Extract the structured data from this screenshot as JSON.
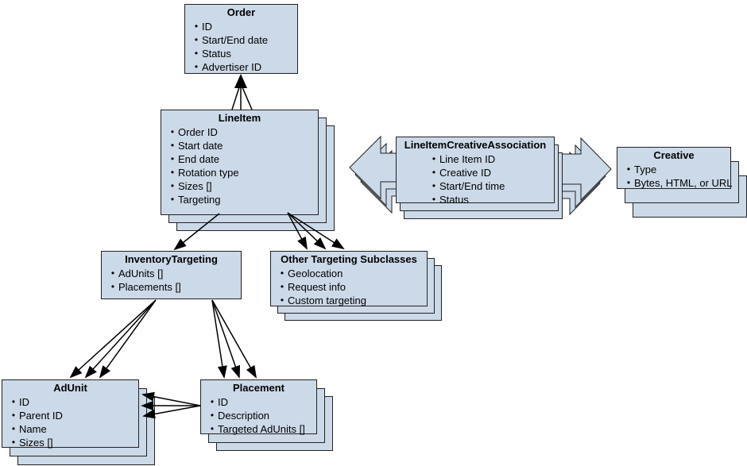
{
  "diagram": {
    "description": "Entity relationship diagram of ad-serving objects",
    "colors": {
      "box_fill": "#ccd9e8",
      "box_border": "#222222",
      "background": "#ffffff",
      "arrow": "#000000"
    }
  },
  "entities": {
    "order": {
      "title": "Order",
      "items": [
        "ID",
        "Start/End date",
        "Status",
        "Advertiser ID"
      ]
    },
    "line_item": {
      "title": "LineItem",
      "items": [
        "Order ID",
        "Start date",
        "End date",
        "Rotation type",
        "Sizes []",
        "Targeting"
      ]
    },
    "lica": {
      "title": "LineItemCreativeAssociation",
      "items": [
        "Line Item ID",
        "Creative ID",
        "Start/End time",
        "Status"
      ]
    },
    "creative": {
      "title": "Creative",
      "items": [
        "Type",
        "Bytes, HTML, or URL"
      ]
    },
    "inventory_targeting": {
      "title": "InventoryTargeting",
      "items": [
        "AdUnits []",
        "Placements []"
      ]
    },
    "other_targeting": {
      "title": "Other Targeting Subclasses",
      "items": [
        "Geolocation",
        "Request info",
        "Custom targeting"
      ]
    },
    "ad_unit": {
      "title": "AdUnit",
      "items": [
        "ID",
        "Parent ID",
        "Name",
        "Sizes []"
      ]
    },
    "placement": {
      "title": "Placement",
      "items": [
        "ID",
        "Description",
        "Targeted AdUnits []"
      ]
    }
  },
  "relationships": [
    {
      "from": "LineItem",
      "to": "Order"
    },
    {
      "from": "LineItem",
      "to": "InventoryTargeting"
    },
    {
      "from": "LineItem",
      "to": "Other Targeting Subclasses"
    },
    {
      "from": "InventoryTargeting",
      "to": "AdUnit"
    },
    {
      "from": "InventoryTargeting",
      "to": "Placement"
    },
    {
      "from": "Placement",
      "to": "AdUnit"
    },
    {
      "from": "LineItemCreativeAssociation",
      "to": "LineItem"
    },
    {
      "from": "LineItemCreativeAssociation",
      "to": "Creative"
    }
  ]
}
